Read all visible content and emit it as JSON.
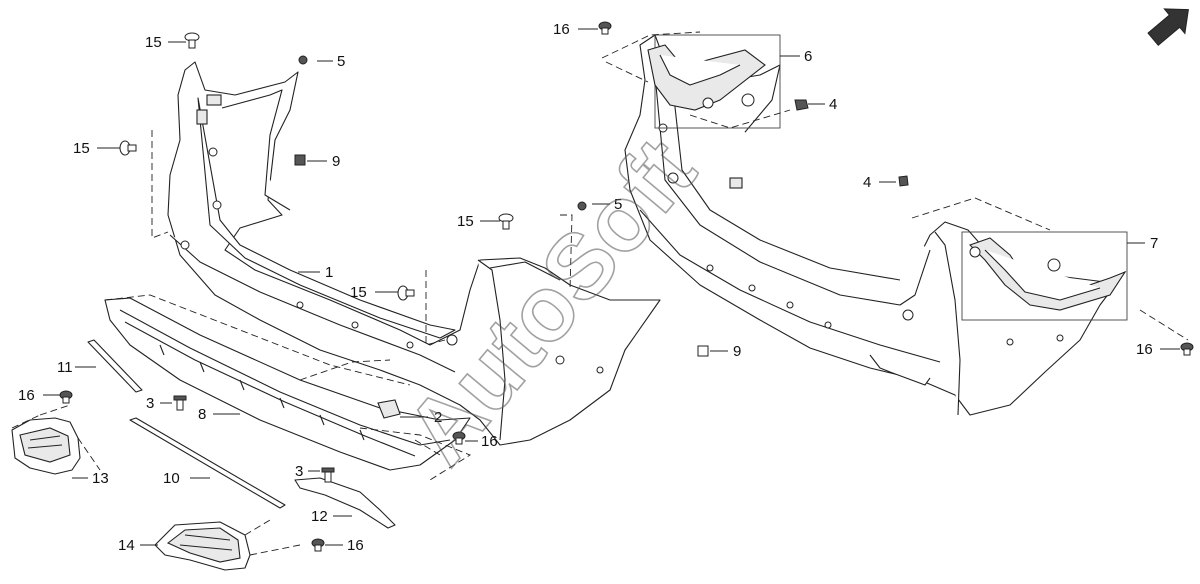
{
  "watermark": "AutoSoft",
  "callouts": {
    "c1": "1",
    "c2": "2",
    "c3a": "3",
    "c3b": "3",
    "c4a": "4",
    "c4b": "4",
    "c5a": "5",
    "c5b": "5",
    "c6": "6",
    "c7": "7",
    "c8": "8",
    "c9a": "9",
    "c9b": "9",
    "c10": "10",
    "c11": "11",
    "c12": "12",
    "c13": "13",
    "c14": "14",
    "c15a": "15",
    "c15b": "15",
    "c15c": "15",
    "c15d": "15",
    "c16a": "16",
    "c16b": "16",
    "c16c": "16",
    "c16d": "16",
    "c16e": "16"
  },
  "icons": {
    "direction": "arrow-up-right-icon"
  }
}
